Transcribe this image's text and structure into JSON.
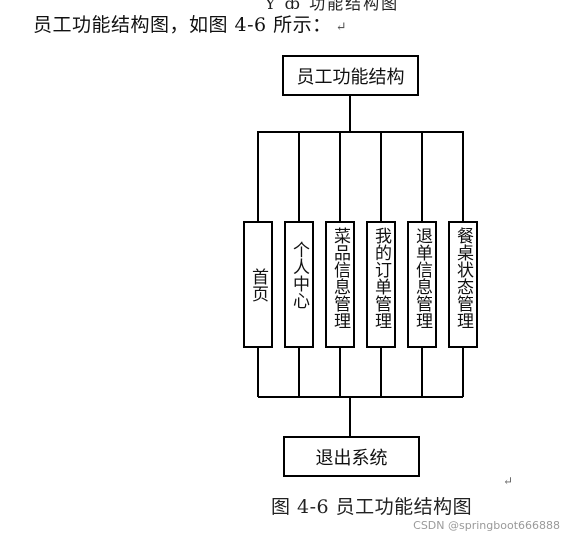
{
  "header_fragment": "Ȳ  ȸ   功能结构图",
  "intro_text": "员工功能结构图，如图 4-6 所示：",
  "return_mark": "↵",
  "diagram": {
    "root": "员工功能结构",
    "children": [
      "首页",
      "个人中心",
      "菜品信息管理",
      "我的订单管理",
      "退单信息管理",
      "餐桌状态管理"
    ],
    "exit": "退出系统"
  },
  "caption": "图 4-6 员工功能结构图",
  "caption_mark": "↵",
  "watermark": "CSDN @springboot666888"
}
